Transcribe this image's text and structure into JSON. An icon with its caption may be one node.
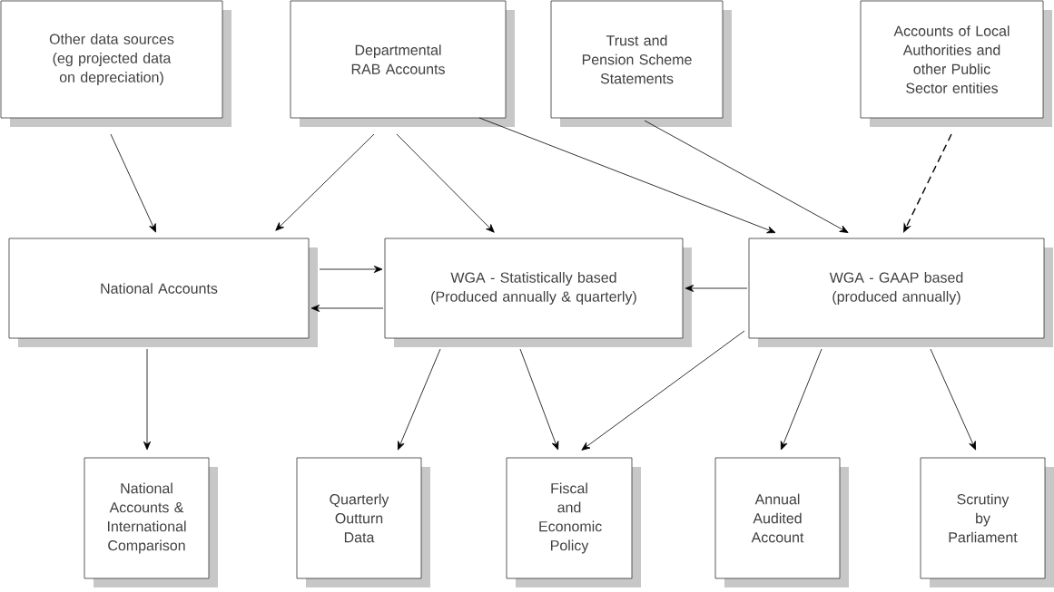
{
  "diagram": {
    "nodes": [
      {
        "text": [
          "Other data sources (eg projected data on depreciation)"
        ]
      },
      {
        "text": [
          "Departmental RAB Accounts"
        ]
      },
      {
        "text": [
          "Trust and Pension Scheme Statements"
        ]
      },
      {
        "text": [
          "Accounts of Local Authorities and other Public Sector entities"
        ]
      },
      {
        "text": [
          "National Accounts"
        ]
      },
      {
        "text": [
          "WGA - Statistically based (Produced annually & quarterly)"
        ]
      },
      {
        "text": [
          "WGA - GAAP based (produced annually)"
        ]
      },
      {
        "text": [
          "National Accounts & International Comparison"
        ]
      },
      {
        "text": [
          "Quarterly Outturn Data"
        ]
      },
      {
        "text": [
          "Fiscal and Economic Policy"
        ]
      },
      {
        "text": [
          "Annual Audited Account"
        ]
      },
      {
        "text": [
          "Scrutiny by Parliament"
        ]
      }
    ],
    "edges": [
      {
        "from": 0,
        "to": 4,
        "arrow": "to"
      },
      {
        "from": 1,
        "to": 4,
        "arrow": "to"
      },
      {
        "from": 1,
        "to": 5,
        "arrow": "to"
      },
      {
        "from": 1,
        "to": 6,
        "arrow": "to"
      },
      {
        "from": 2,
        "to": 6,
        "arrow": "to"
      },
      {
        "from": 3,
        "to": 6,
        "arrow": "to",
        "style": "dashed"
      },
      {
        "from": 4,
        "to": 5,
        "arrow": "to"
      },
      {
        "from": 5,
        "to": 4,
        "arrow": "to"
      },
      {
        "from": 6,
        "to": 5,
        "arrow": "to"
      },
      {
        "from": 4,
        "to": 7,
        "arrow": "to"
      },
      {
        "from": 5,
        "to": 8,
        "arrow": "to"
      },
      {
        "from": 5,
        "to": 9,
        "arrow": "to"
      },
      {
        "from": 6,
        "to": 9,
        "arrow": "to"
      },
      {
        "from": 6,
        "to": 10,
        "arrow": "to"
      },
      {
        "from": 6,
        "to": 11,
        "arrow": "to"
      }
    ]
  }
}
